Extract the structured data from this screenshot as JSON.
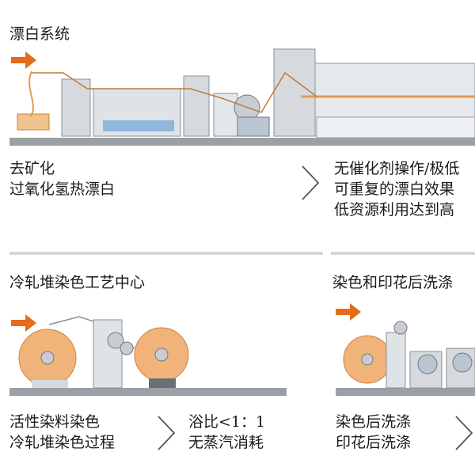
{
  "section_bleach": {
    "title": "漂白系统",
    "left_caption": [
      "去矿化",
      "过氧化氢热漂白"
    ],
    "right_caption": [
      "无催化剂操作/极低",
      "可重复的漂白效果",
      "低资源利用达到高"
    ]
  },
  "section_coldpad": {
    "title": "冷轧堆染色工艺中心",
    "caption_a": [
      "活性染料染色",
      "冷轧堆染色过程"
    ],
    "caption_b": [
      "浴比<1：1",
      "无蒸汽消耗"
    ]
  },
  "section_wash": {
    "title": "染色和印花后洗涤",
    "caption": [
      "染色后洗涤",
      "印花后洗涤"
    ]
  },
  "colors": {
    "accent_orange": "#e46c1c",
    "machine_gray": "#c9cdd2",
    "floor_gray": "#9aa0a6",
    "water_blue": "#6fa8dc"
  },
  "icons": [
    "feed-arrow-icon",
    "chevron-right-icon"
  ]
}
